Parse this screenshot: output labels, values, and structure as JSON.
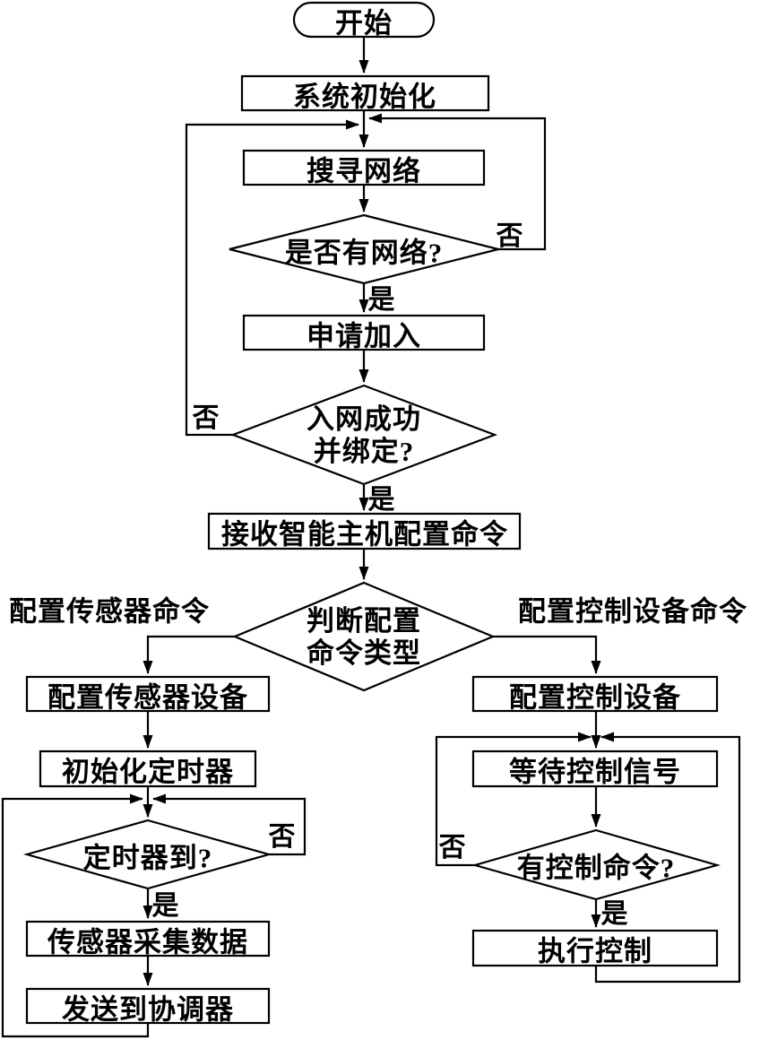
{
  "flowchart": {
    "start": "开始",
    "system_init": "系统初始化",
    "search_network": "搜寻网络",
    "network_q": "是否有网络?",
    "apply_join": "申请加入",
    "join_q_line1": "入网成功",
    "join_q_line2": "并绑定?",
    "receive_config": "接收智能主机配置命令",
    "judge_q_line1": "判断配置",
    "judge_q_line2": "命令类型",
    "branch_sensor": "配置传感器命令",
    "branch_control": "配置控制设备命令",
    "config_sensor": "配置传感器设备",
    "init_timer": "初始化定时器",
    "timer_q": "定时器到?",
    "collect_data": "传感器采集数据",
    "send_coordinator": "发送到协调器",
    "config_control": "配置控制设备",
    "wait_signal": "等待控制信号",
    "control_q": "有控制命令?",
    "exec_control": "执行控制",
    "yes": "是",
    "no": "否"
  }
}
